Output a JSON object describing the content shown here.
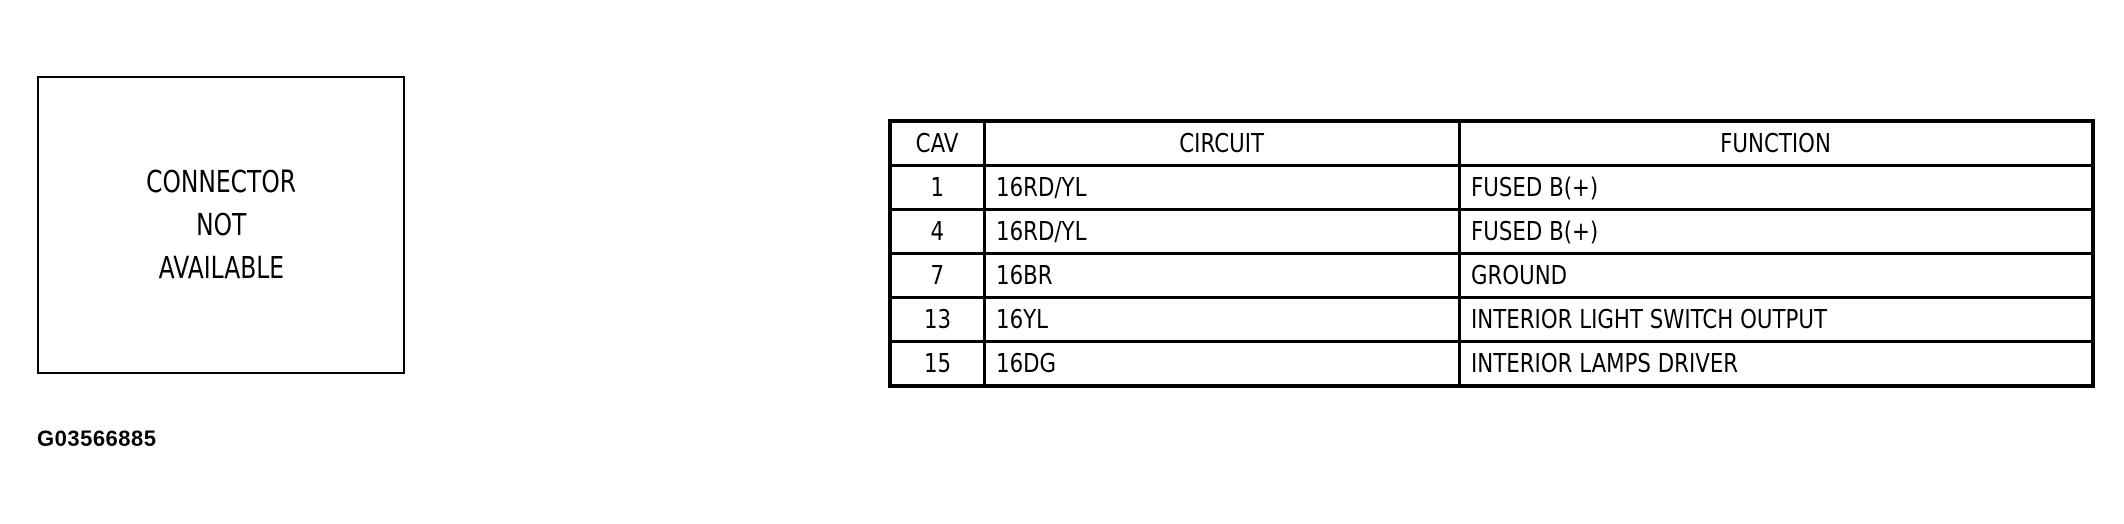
{
  "connector": {
    "lines": [
      "CONNECTOR",
      "NOT",
      "AVAILABLE"
    ]
  },
  "figure_id": "G03566885",
  "table": {
    "headers": [
      "CAV",
      "CIRCUIT",
      "FUNCTION"
    ],
    "rows": [
      {
        "cav": "1",
        "circuit": "16RD/YL",
        "function": "FUSED B(+)"
      },
      {
        "cav": "4",
        "circuit": "16RD/YL",
        "function": "FUSED B(+)"
      },
      {
        "cav": "7",
        "circuit": "16BR",
        "function": "GROUND"
      },
      {
        "cav": "13",
        "circuit": "16YL",
        "function": "INTERIOR LIGHT SWITCH OUTPUT"
      },
      {
        "cav": "15",
        "circuit": "16DG",
        "function": "INTERIOR LAMPS DRIVER"
      }
    ]
  }
}
